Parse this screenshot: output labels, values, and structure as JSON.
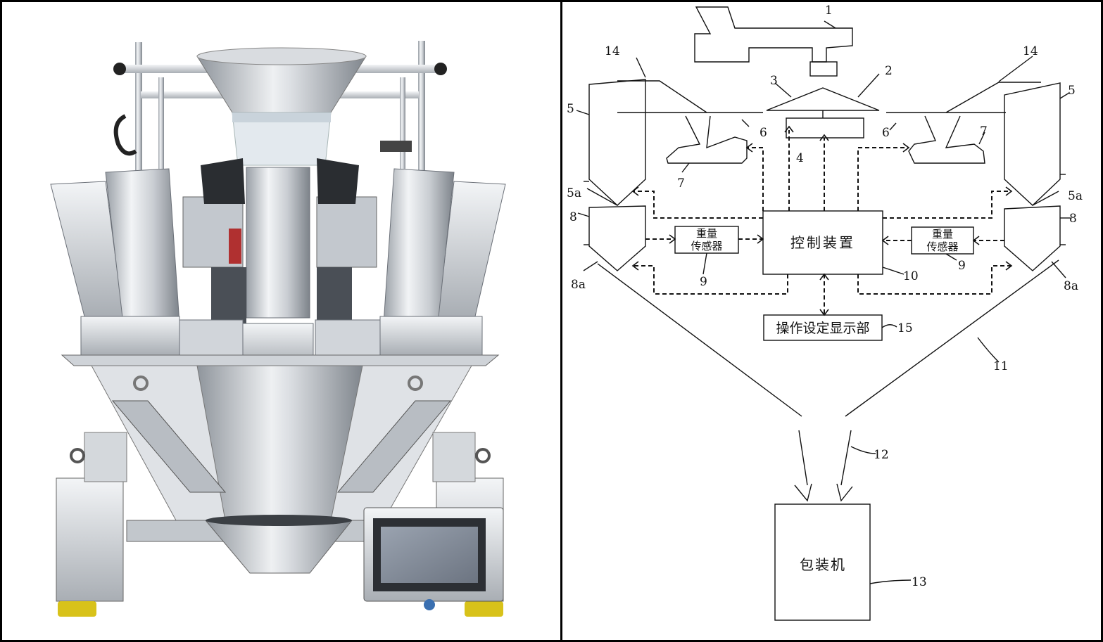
{
  "photo": {
    "screen_label": "",
    "colors": {
      "steel_light": "#e9ecef",
      "steel_mid": "#b8bdc3",
      "steel_dark": "#5a5f66",
      "foot": "#d8c21a",
      "screen": "#8a93a0"
    }
  },
  "schematic": {
    "nodes": [
      {
        "id": "control",
        "text": "控制装置"
      },
      {
        "id": "sensor_left",
        "text1": "重量",
        "text2": "传感器"
      },
      {
        "id": "sensor_right",
        "text1": "重量",
        "text2": "传感器"
      },
      {
        "id": "panel",
        "text": "操作设定显示部"
      },
      {
        "id": "packer",
        "text": "包装机"
      }
    ],
    "labels": {
      "n1": "1",
      "n2": "2",
      "n3": "3",
      "n4": "4",
      "n5l": "5",
      "n5r": "5",
      "n5al": "5a",
      "n5ar": "5a",
      "n6l": "6",
      "n6r": "6",
      "n7l": "7",
      "n7r": "7",
      "n8l": "8",
      "n8r": "8",
      "n8al": "8a",
      "n8ar": "8a",
      "n9l": "9",
      "n9r": "9",
      "n10": "10",
      "n11": "11",
      "n12": "12",
      "n13": "13",
      "n14l": "14",
      "n14r": "14",
      "n15": "15"
    }
  }
}
